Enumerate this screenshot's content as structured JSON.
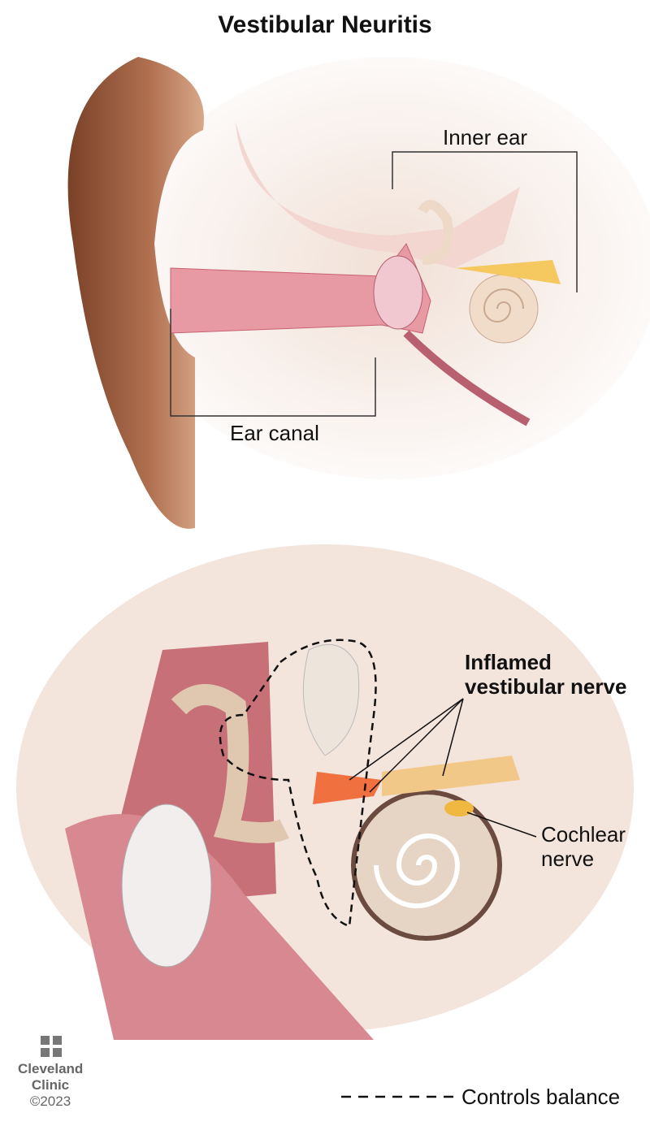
{
  "title": "Vestibular Neuritis",
  "top_illustration": {
    "labels": {
      "inner_ear": "Inner ear",
      "ear_canal": "Ear canal"
    }
  },
  "bottom_illustration": {
    "labels": {
      "inflamed_nerve_line1": "Inflamed",
      "inflamed_nerve_line2": "vestibular nerve",
      "cochlear_line1": "Cochlear",
      "cochlear_line2": "nerve"
    },
    "legend": {
      "dashed_line": "Controls balance"
    }
  },
  "credit": {
    "org_line1": "Cleveland",
    "org_line2": "Clinic",
    "copyright": "©2023"
  },
  "colors": {
    "skin": "#9a5a3a",
    "canal": "#e7a0a8",
    "bone": "#efe2d8",
    "nerve": "#f5c14a",
    "inflamed": "#ef5a3a"
  }
}
